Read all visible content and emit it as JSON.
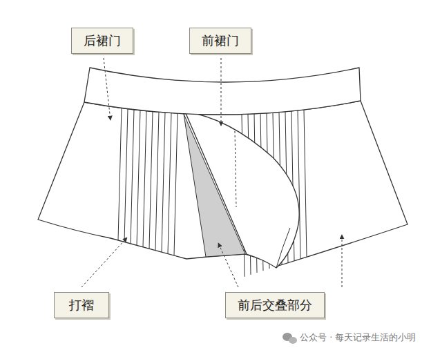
{
  "diagram": {
    "nodes": [
      {
        "text": [
          "后裙门"
        ]
      },
      {
        "text": [
          "前裙门"
        ]
      },
      {
        "text": [
          "打褶"
        ]
      },
      {
        "text": [
          "前后交叠部分"
        ]
      }
    ],
    "labels": [
      "公众号 · 每天记录生活的小明"
    ]
  }
}
